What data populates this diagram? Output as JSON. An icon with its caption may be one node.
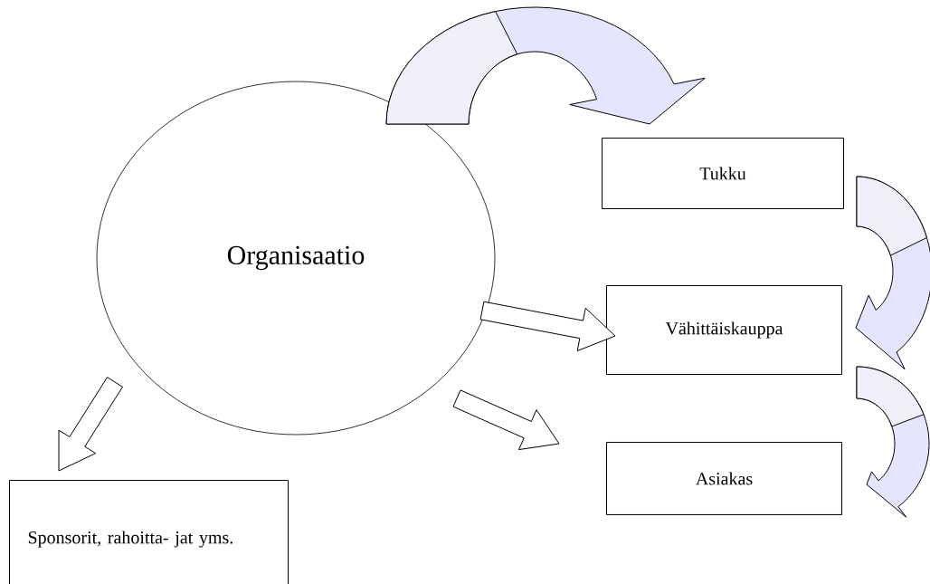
{
  "diagram": {
    "nodes": [
      {
        "text": [
          "Organisaatio"
        ]
      },
      {
        "text": [
          "Tukku"
        ]
      },
      {
        "text": [
          "Vähittäiskauppa"
        ]
      },
      {
        "text": [
          "Asiakas"
        ]
      },
      {
        "text": [
          "Sponsorit, rahoitta- jat yms."
        ]
      }
    ],
    "edges": [
      {
        "from": 0,
        "to": 1,
        "arrow": "to"
      },
      {
        "from": 1,
        "to": 2,
        "arrow": "to"
      },
      {
        "from": 2,
        "to": 3,
        "arrow": "to"
      },
      {
        "from": 0,
        "to": 2,
        "arrow": "to"
      },
      {
        "from": 0,
        "to": 3,
        "arrow": "to"
      },
      {
        "from": 0,
        "to": 4,
        "arrow": "to"
      }
    ]
  }
}
